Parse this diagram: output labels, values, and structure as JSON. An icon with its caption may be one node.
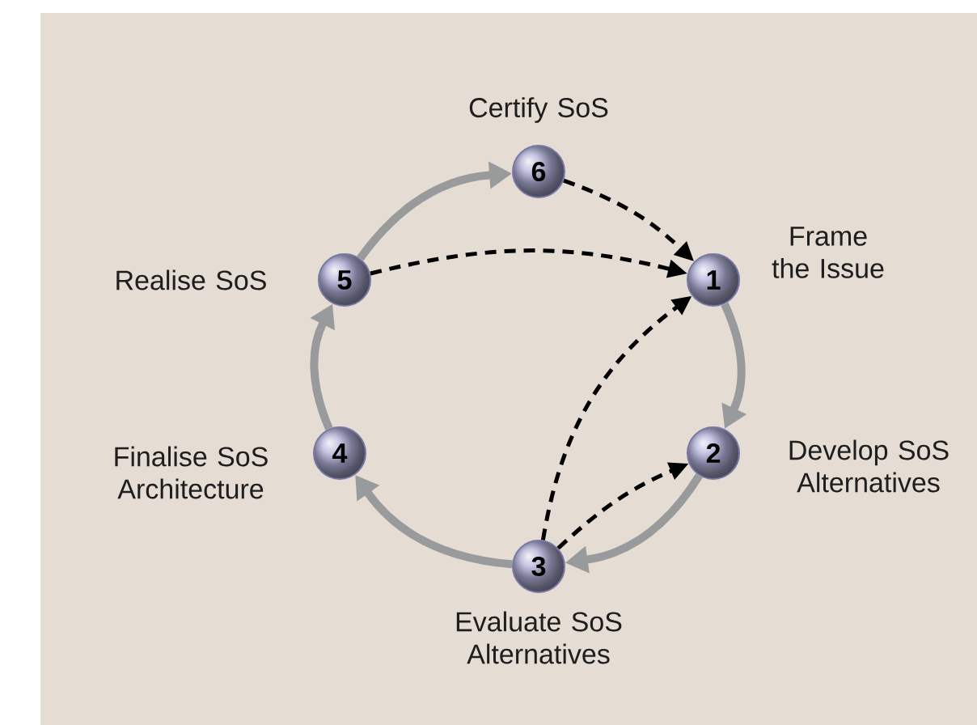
{
  "diagram": {
    "nodes": [
      {
        "text": [
          "1"
        ],
        "beside": [
          "Frame the Issue"
        ]
      },
      {
        "text": [
          "2"
        ],
        "beside": [
          "Develop SoS Alternatives"
        ]
      },
      {
        "text": [
          "3"
        ],
        "beside": [
          "Evaluate SoS Alternatives"
        ]
      },
      {
        "text": [
          "4"
        ],
        "beside": [
          "Finalise SoS Architecture"
        ]
      },
      {
        "text": [
          "5"
        ],
        "beside": [
          "Realise SoS"
        ]
      },
      {
        "text": [
          "6"
        ],
        "beside": [
          "Certify SoS"
        ]
      }
    ],
    "edges": [
      {
        "from": 0,
        "to": 1,
        "arrow": "to"
      },
      {
        "from": 1,
        "to": 2,
        "arrow": "to"
      },
      {
        "from": 2,
        "to": 3,
        "arrow": "to"
      },
      {
        "from": 3,
        "to": 4,
        "arrow": "to"
      },
      {
        "from": 4,
        "to": 5,
        "arrow": "to"
      },
      {
        "from": 5,
        "to": 0,
        "arrow": "to",
        "style": "dashed",
        "color": "#000000"
      },
      {
        "from": 4,
        "to": 0,
        "arrow": "to",
        "style": "dashed",
        "color": "#000000"
      },
      {
        "from": 2,
        "to": 0,
        "arrow": "to",
        "style": "dashed",
        "color": "#000000"
      },
      {
        "from": 2,
        "to": 1,
        "arrow": "to",
        "style": "dashed",
        "color": "#000000"
      }
    ]
  }
}
